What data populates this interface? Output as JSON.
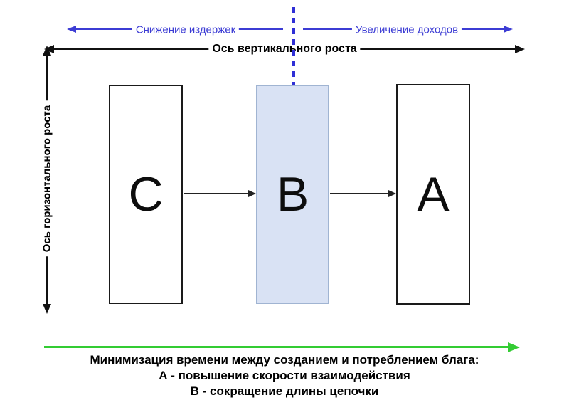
{
  "diagram": {
    "top_axis": {
      "left_arrow_label": "Снижение издержек",
      "right_arrow_label": "Увеличение доходов",
      "axis_label": "Ось вертикального роста"
    },
    "left_axis": {
      "label": "Ось горизонтального роста"
    },
    "boxes": [
      {
        "id": "C",
        "label": "C"
      },
      {
        "id": "B",
        "label": "B"
      },
      {
        "id": "A",
        "label": "A"
      }
    ],
    "bottom_caption": {
      "line1": "Минимизация времени между созданием и потреблением блага:",
      "line2": "А - повышение скорости взаимодействия",
      "line3": "В - сокращение длины цепочки"
    },
    "colors": {
      "blue": "#3c3cd4",
      "dash_blue": "#2f2fd6",
      "green": "#33cc33",
      "box_b_fill": "#d9e2f4",
      "box_b_border": "#a0b4d2"
    }
  }
}
